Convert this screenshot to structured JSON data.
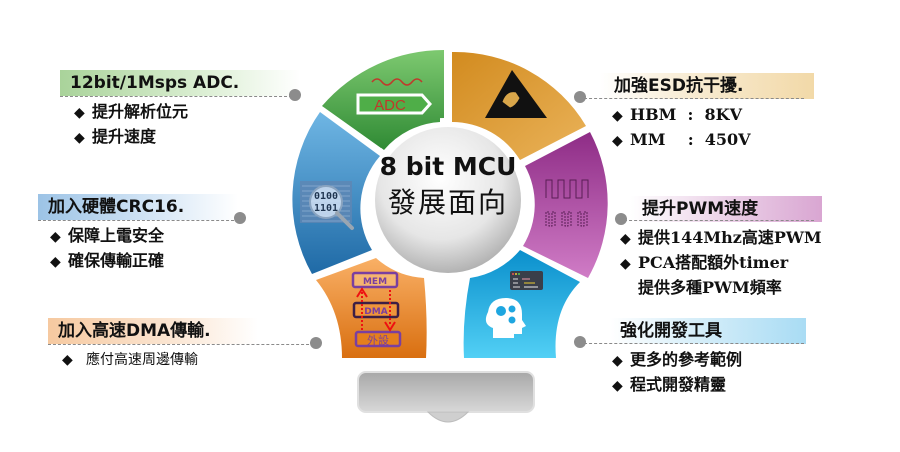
{
  "center": {
    "title": "8 bit MCU",
    "subtitle": "發展面向"
  },
  "segments": [
    {
      "name": "adc",
      "color": "#4fae48",
      "icon": "adc-signal-icon",
      "icon_label": "ADC"
    },
    {
      "name": "esd",
      "color": "#e0a032",
      "icon": "esd-warning-icon"
    },
    {
      "name": "pwm",
      "color": "#b2489e",
      "icon": "pwm-waveform-icon"
    },
    {
      "name": "tools",
      "color": "#1ea6e0",
      "icon": "brain-gears-icon"
    },
    {
      "name": "dma",
      "color": "#f08a28",
      "icon": "dma-diagram-icon",
      "icon_labels": [
        "MEM",
        "DMA",
        "外設"
      ]
    },
    {
      "name": "crc",
      "color": "#3a8cc8",
      "icon": "binary-magnifier-icon",
      "icon_labels": [
        "0100",
        "1101"
      ]
    }
  ],
  "features": {
    "adc": {
      "title": "12bit/1Msps ADC.",
      "accent": "#a9d39a",
      "bullets": [
        "提升解析位元",
        "提升速度"
      ]
    },
    "crc": {
      "title": "加入硬體CRC16.",
      "accent": "#9cc3e6",
      "bullets": [
        "保障上電安全",
        "確保傳輸正確"
      ]
    },
    "dma": {
      "title": "加入高速DMA傳輸.",
      "accent": "#f6c9a0",
      "bullets": [
        "應付高速周邊傳輸"
      ]
    },
    "esd": {
      "title": "加強ESD抗干擾.",
      "accent": "#f2d9a8",
      "bullets": [
        "HBM  :  8KV",
        "MM    :  450V"
      ]
    },
    "pwm": {
      "title": "提升PWM速度",
      "accent": "#d9a6d2",
      "bullets": [
        "提供144Mhz高速PWM",
        "PCA搭配額外timer"
      ],
      "continuation": "提供多種PWM頻率"
    },
    "tools": {
      "title": "強化開發工具",
      "accent": "#a9dcf4",
      "bullets": [
        "更多的參考範例",
        "程式開發精靈"
      ]
    }
  },
  "bullet_glyph": "◆"
}
